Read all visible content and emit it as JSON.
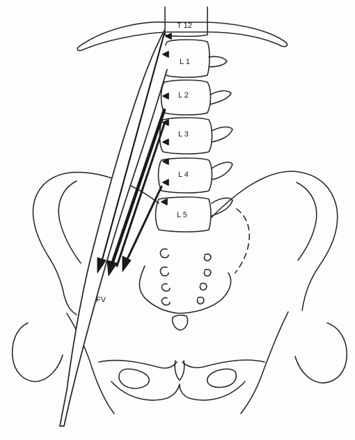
{
  "labels": {
    "t12": "T 12",
    "l1": "L 1",
    "l2": "L 2",
    "l3": "L 3",
    "l4": "L 4",
    "l5": "L 5",
    "fv": "FV"
  },
  "colors": {
    "line": "#2a2a2a",
    "arrow": "#1a1a1a",
    "muscle_fill": "#ffffff"
  }
}
